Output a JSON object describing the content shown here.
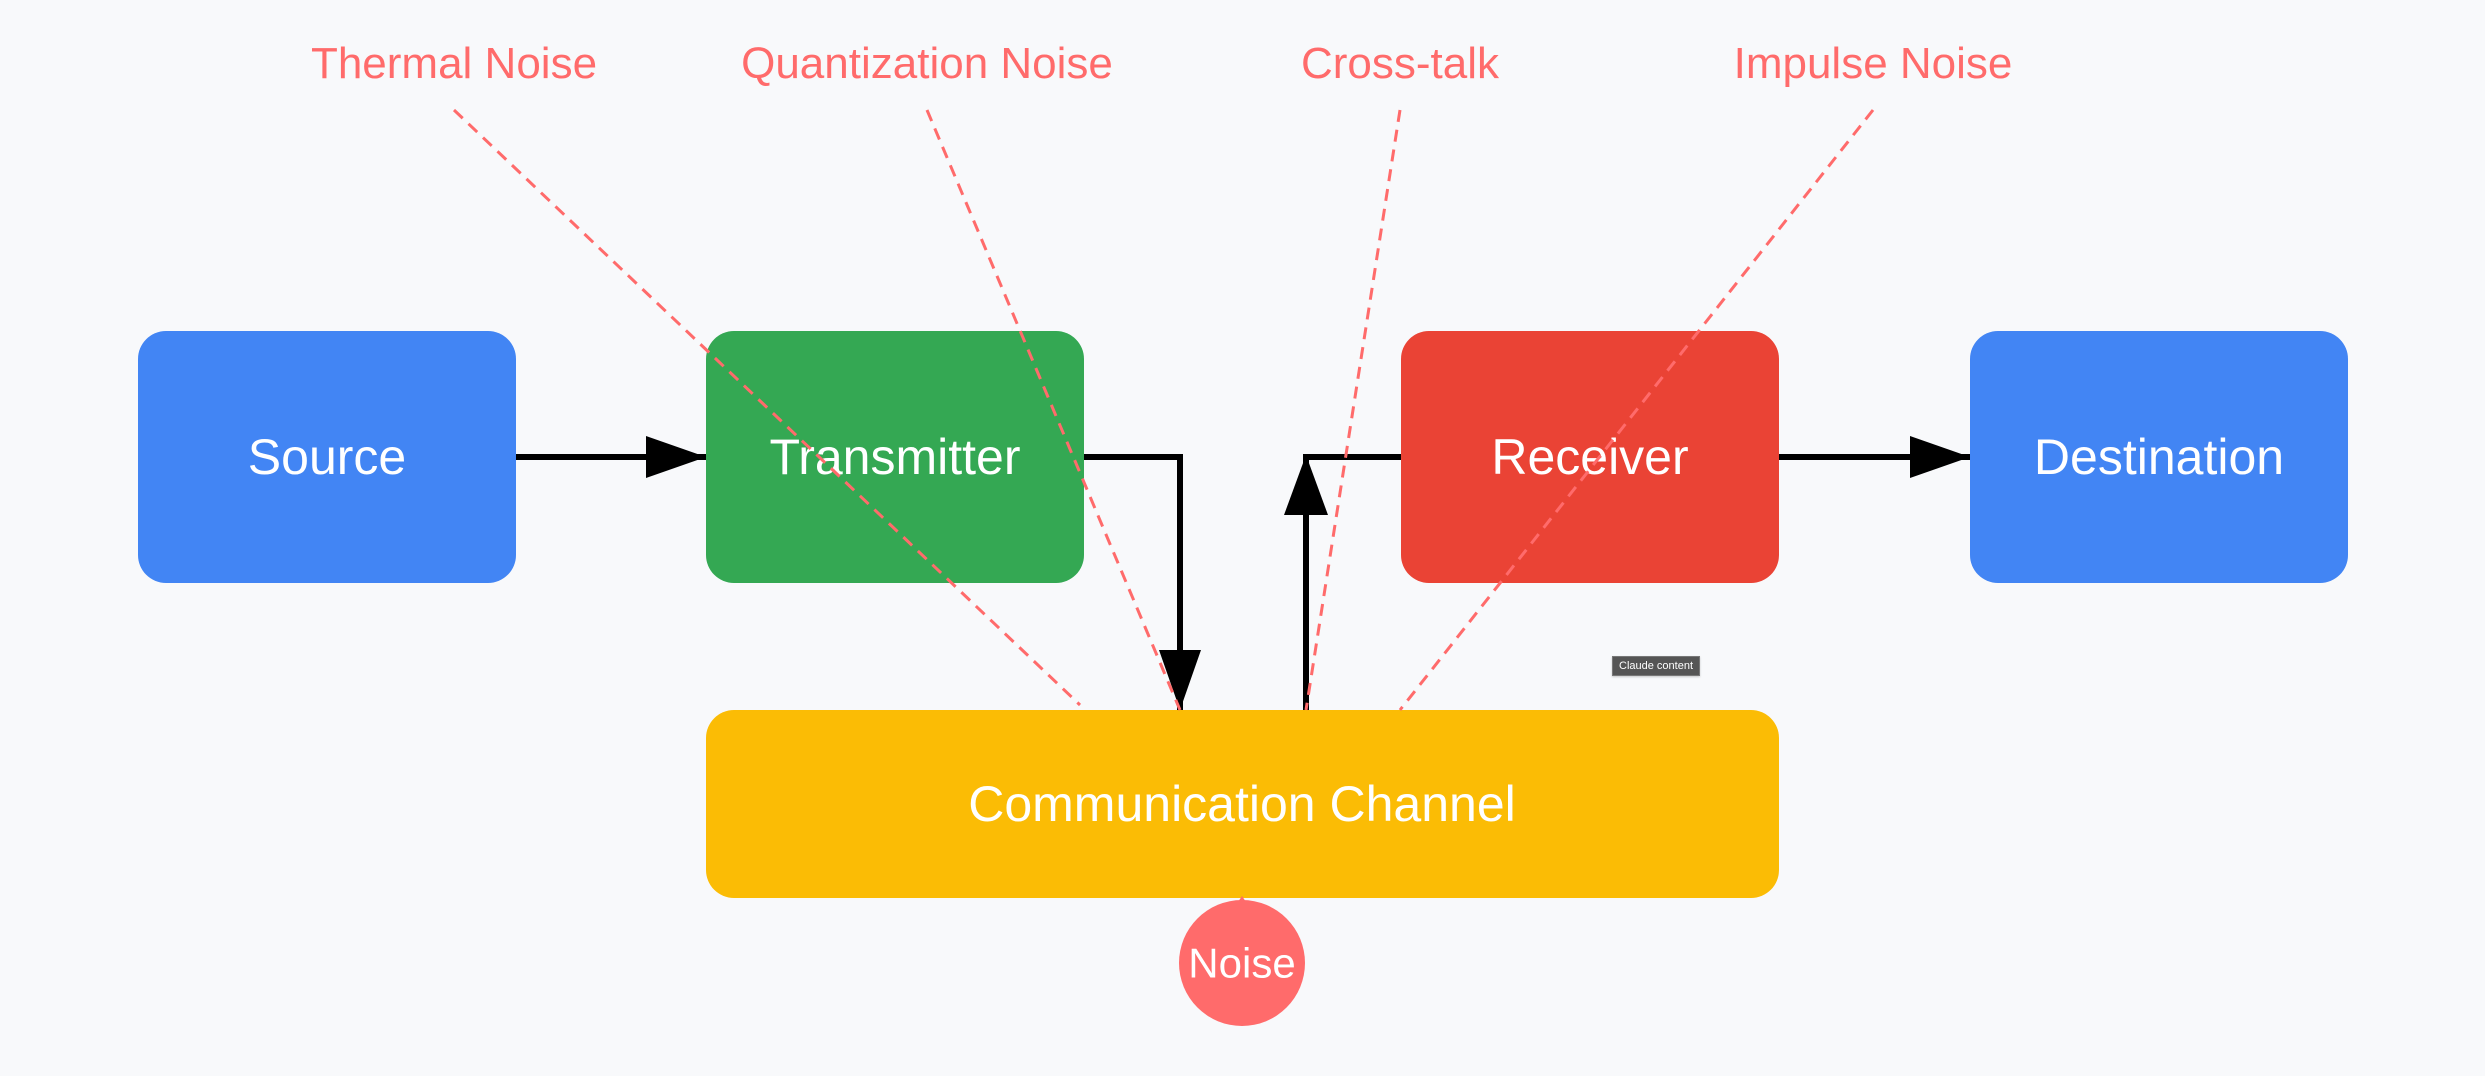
{
  "colors": {
    "background": "#f8f9fb",
    "source": "#4285f4",
    "transmitter": "#34a853",
    "receiver": "#ea4335",
    "destination": "#4285f4",
    "channel": "#fbbc05",
    "noise": "#ff6b6b",
    "arrow": "#000000"
  },
  "blocks": {
    "source": "Source",
    "transmitter": "Transmitter",
    "receiver": "Receiver",
    "destination": "Destination",
    "channel": "Communication Channel",
    "noise": "Noise"
  },
  "noise_sources": [
    {
      "label": "Thermal Noise"
    },
    {
      "label": "Quantization Noise"
    },
    {
      "label": "Cross-talk"
    },
    {
      "label": "Impulse Noise"
    }
  ],
  "tooltip": "Claude content"
}
